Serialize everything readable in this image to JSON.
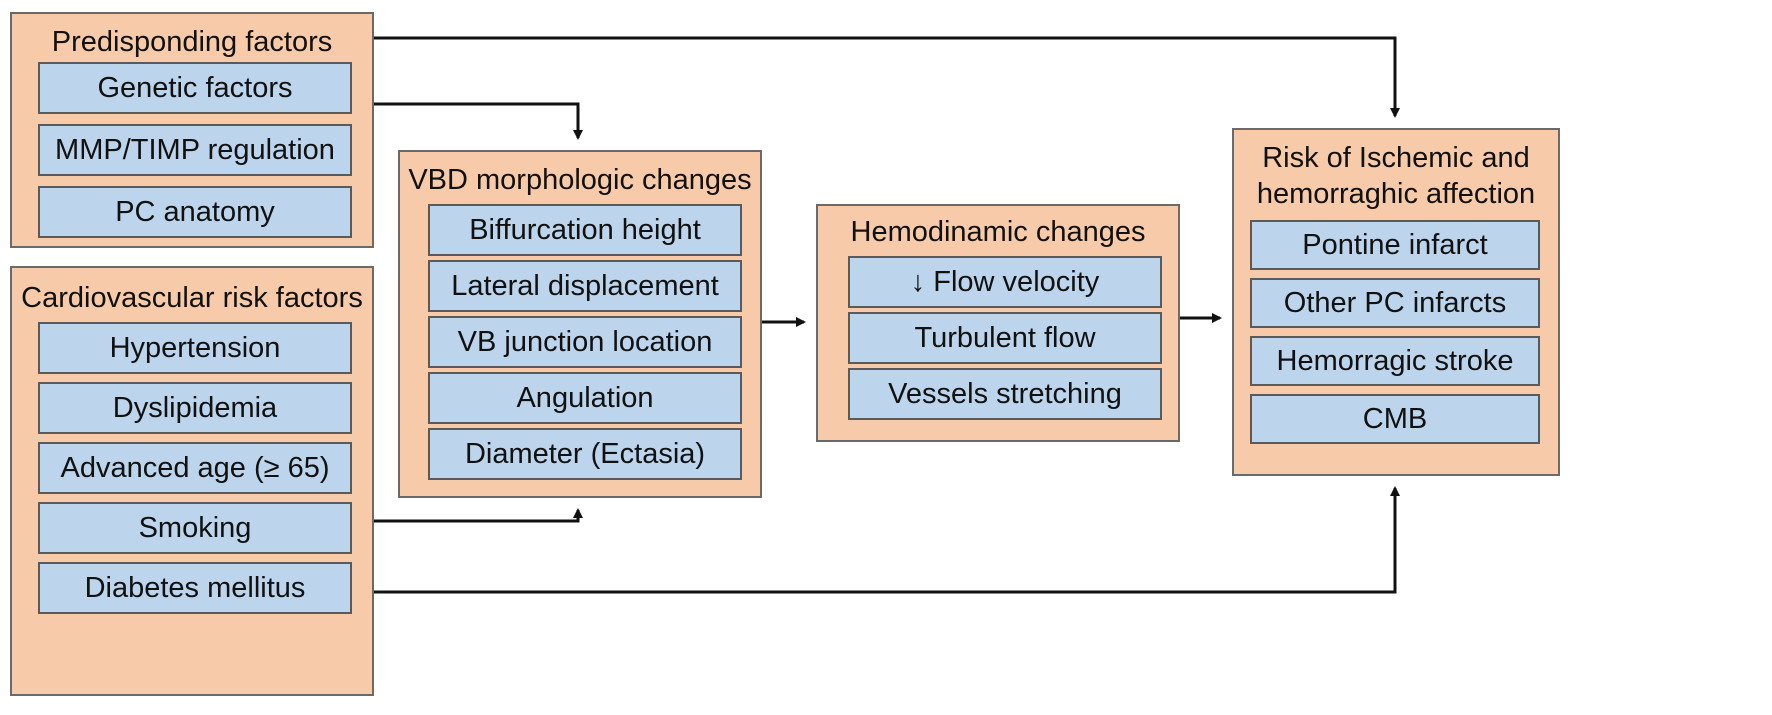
{
  "colors": {
    "group_fill": "#f7cba9",
    "item_fill": "#bcd5ec",
    "border": "#5a5a5a",
    "arrow": "#111111"
  },
  "groups": [
    {
      "id": "predisposing",
      "title": [
        "Predisponding factors"
      ],
      "items": [
        "Genetic factors",
        "MMP/TIMP regulation",
        "PC anatomy"
      ]
    },
    {
      "id": "cardiovascular",
      "title": [
        "Cardiovascular risk factors"
      ],
      "items": [
        "Hypertension",
        "Dyslipidemia",
        "Advanced age (≥ 65)",
        "Smoking",
        "Diabetes mellitus"
      ]
    },
    {
      "id": "vbd-morphologic",
      "title": [
        "VBD morphologic changes"
      ],
      "items": [
        "Biffurcation height",
        "Lateral displacement",
        "VB junction location",
        "Angulation",
        "Diameter (Ectasia)"
      ]
    },
    {
      "id": "hemodynamic",
      "title": [
        "Hemodinamic changes"
      ],
      "items": [
        "↓ Flow velocity",
        "Turbulent flow",
        "Vessels stretching"
      ]
    },
    {
      "id": "risk",
      "title": [
        "Risk of Ischemic and",
        "hemorraghic affection"
      ],
      "items": [
        "Pontine infarct",
        "Other PC infarcts",
        "Hemorragic stroke",
        "CMB"
      ]
    }
  ]
}
